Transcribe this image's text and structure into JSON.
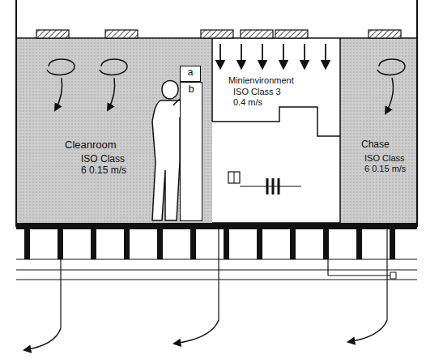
{
  "diagram": {
    "nodes": [
      {
        "text": [
          "Cleanroom",
          "ISO Class 6 0.15 m/s"
        ]
      },
      {
        "text": [
          "Minienvironment",
          "ISO Class 3 0.4 m/s"
        ]
      },
      {
        "text": [
          "Chase",
          "ISO Class 6 0.15 m/s"
        ]
      },
      {
        "text": [
          "a"
        ],
        "in": 0
      },
      {
        "text": [
          "b"
        ],
        "in": 0
      }
    ]
  }
}
